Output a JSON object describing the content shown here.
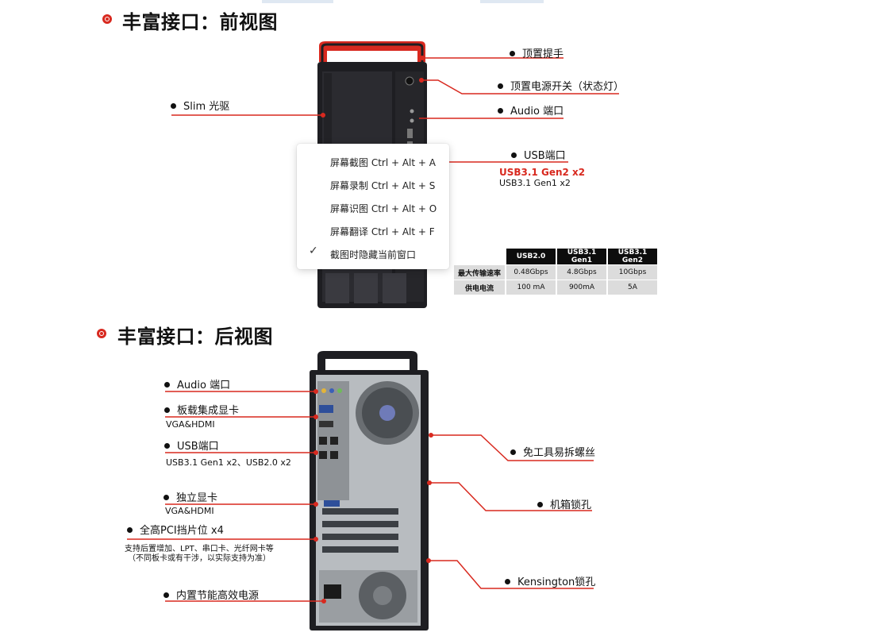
{
  "front": {
    "title": "丰富接口：前视图",
    "labels": {
      "handle": "顶置提手",
      "power": "顶置电源开关（状态灯）",
      "audio": "Audio 端口",
      "usb": "USB端口",
      "slim": "Slim 光驱"
    },
    "usb_notes": {
      "gen2": "USB3.1 Gen2 x2",
      "gen1": "USB3.1 Gen1 x2"
    }
  },
  "usb_table": {
    "headers": [
      "",
      "USB2.0",
      "USB3.1 Gen1",
      "USB3.1 Gen2"
    ],
    "rows": [
      [
        "最大传输速率",
        "0.48Gbps",
        "4.8Gbps",
        "10Gbps"
      ],
      [
        "供电电流",
        "100 mA",
        "900mA",
        "5A"
      ]
    ]
  },
  "context_menu": {
    "items": [
      {
        "label": "屏幕截图 Ctrl + Alt + A",
        "checked": false
      },
      {
        "label": "屏幕录制 Ctrl + Alt + S",
        "checked": false
      },
      {
        "label": "屏幕识图 Ctrl + Alt + O",
        "checked": false
      },
      {
        "label": "屏幕翻译 Ctrl + Alt + F",
        "checked": false
      },
      {
        "label": "截图时隐藏当前窗口",
        "checked": true
      }
    ]
  },
  "back": {
    "title": "丰富接口：后视图",
    "labels": {
      "audio": "Audio 端口",
      "onboard_gpu": "板载集成显卡",
      "onboard_gpu_sub": "VGA&HDMI",
      "usb": "USB端口",
      "usb_sub": "USB3.1 Gen1 x2、USB2.0 x2",
      "discrete_gpu": "独立显卡",
      "discrete_gpu_sub": "VGA&HDMI",
      "pci": "全高PCI挡片位 x4",
      "pci_note1": "支持后置增加、LPT、串口卡、光纤网卡等",
      "pci_note2": "（不同板卡或有干涉，以实际支持为准）",
      "psu": "内置节能高效电源",
      "screw": "免工具易拆螺丝",
      "lock": "机箱锁孔",
      "kensington": "Kensington锁孔"
    }
  },
  "colors": {
    "accent": "#d8291f",
    "case": "#1e1e22"
  }
}
